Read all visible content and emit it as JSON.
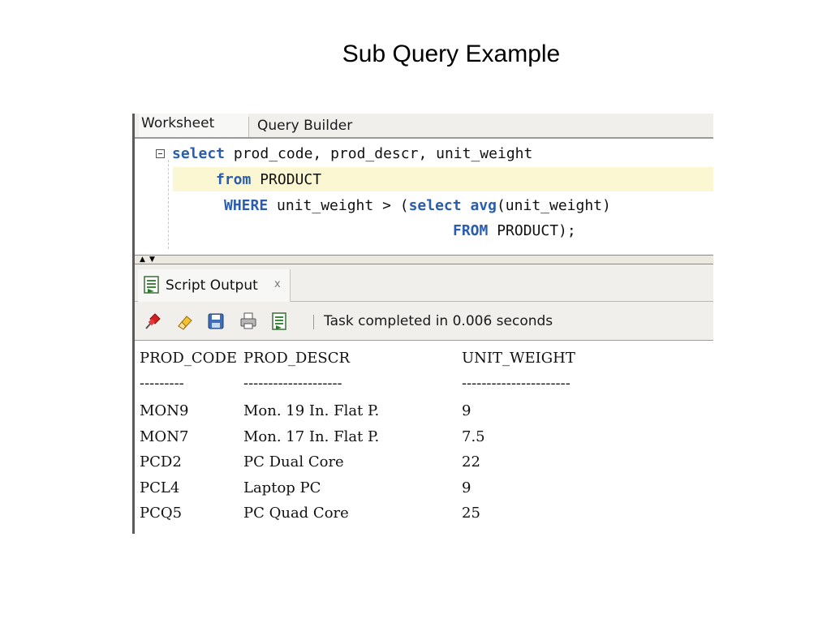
{
  "slide": {
    "title": "Sub Query Example"
  },
  "tabs": {
    "worksheet": "Worksheet",
    "query_builder": "Query Builder"
  },
  "editor": {
    "line1": {
      "kw": "select",
      "rest": " prod_code, prod_descr, unit_weight"
    },
    "line2": {
      "kw": "from",
      "rest": " PRODUCT"
    },
    "line3": {
      "kw1": "WHERE",
      "mid": " unit_weight > (",
      "kw2": "select",
      "sp": " ",
      "kw3": "avg",
      "rest": "(unit_weight)"
    },
    "line4": {
      "kw": "FROM",
      "rest": " PRODUCT);"
    }
  },
  "output": {
    "tab_label": "Script Output",
    "close": "x",
    "status": "Task completed in 0.006 seconds"
  },
  "results": {
    "headers": [
      "PROD_CODE",
      "PROD_DESCR",
      "UNIT_WEIGHT"
    ],
    "dashes": [
      "---------",
      "--------------------",
      "----------------------"
    ],
    "rows": [
      [
        "MON9",
        "Mon. 19 In. Flat P.",
        "9"
      ],
      [
        "MON7",
        "Mon. 17 In. Flat P.",
        "7.5"
      ],
      [
        "PCD2",
        "PC Dual Core",
        "22"
      ],
      [
        "PCL4",
        "Laptop PC",
        "9"
      ],
      [
        "PCQ5",
        "PC Quad Core",
        "25"
      ]
    ]
  },
  "colors": {
    "keyword": "#2a5db0",
    "highlight": "#fbf7d2"
  }
}
